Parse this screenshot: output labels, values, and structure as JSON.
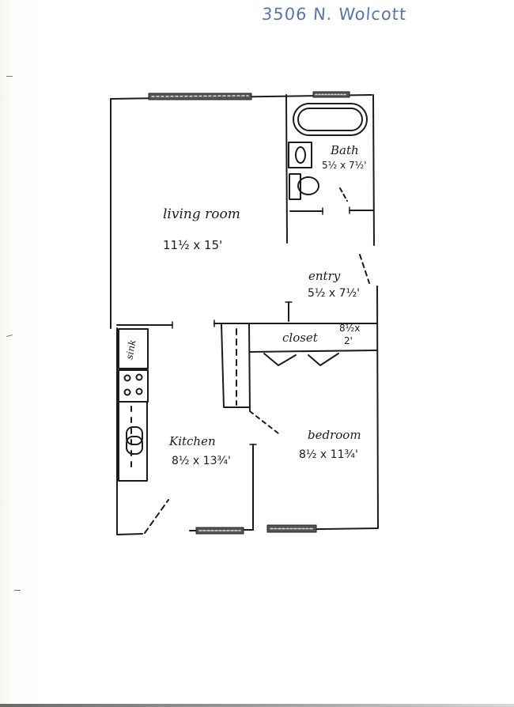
{
  "header": {
    "address": "3506 N. Wolcott"
  },
  "rooms": {
    "living_room": {
      "name": "living room",
      "dims": "11½ x 15'"
    },
    "bath": {
      "name": "Bath",
      "dims": "5½ x 7½'"
    },
    "entry": {
      "name": "entry",
      "dims": "5½ x 7½'"
    },
    "closet": {
      "name": "closet",
      "dims_line1": "8½x",
      "dims_line2": "2'"
    },
    "kitchen": {
      "name": "Kitchen",
      "dims": "8½ x 13¾'"
    },
    "bedroom": {
      "name": "bedroom",
      "dims": "8½ x 11¾'"
    }
  },
  "fixtures": {
    "sink_label": "sink"
  },
  "colors": {
    "ink": "#1c1c1c",
    "address_ink": "#5a74b4",
    "paper": "#fefefe"
  }
}
